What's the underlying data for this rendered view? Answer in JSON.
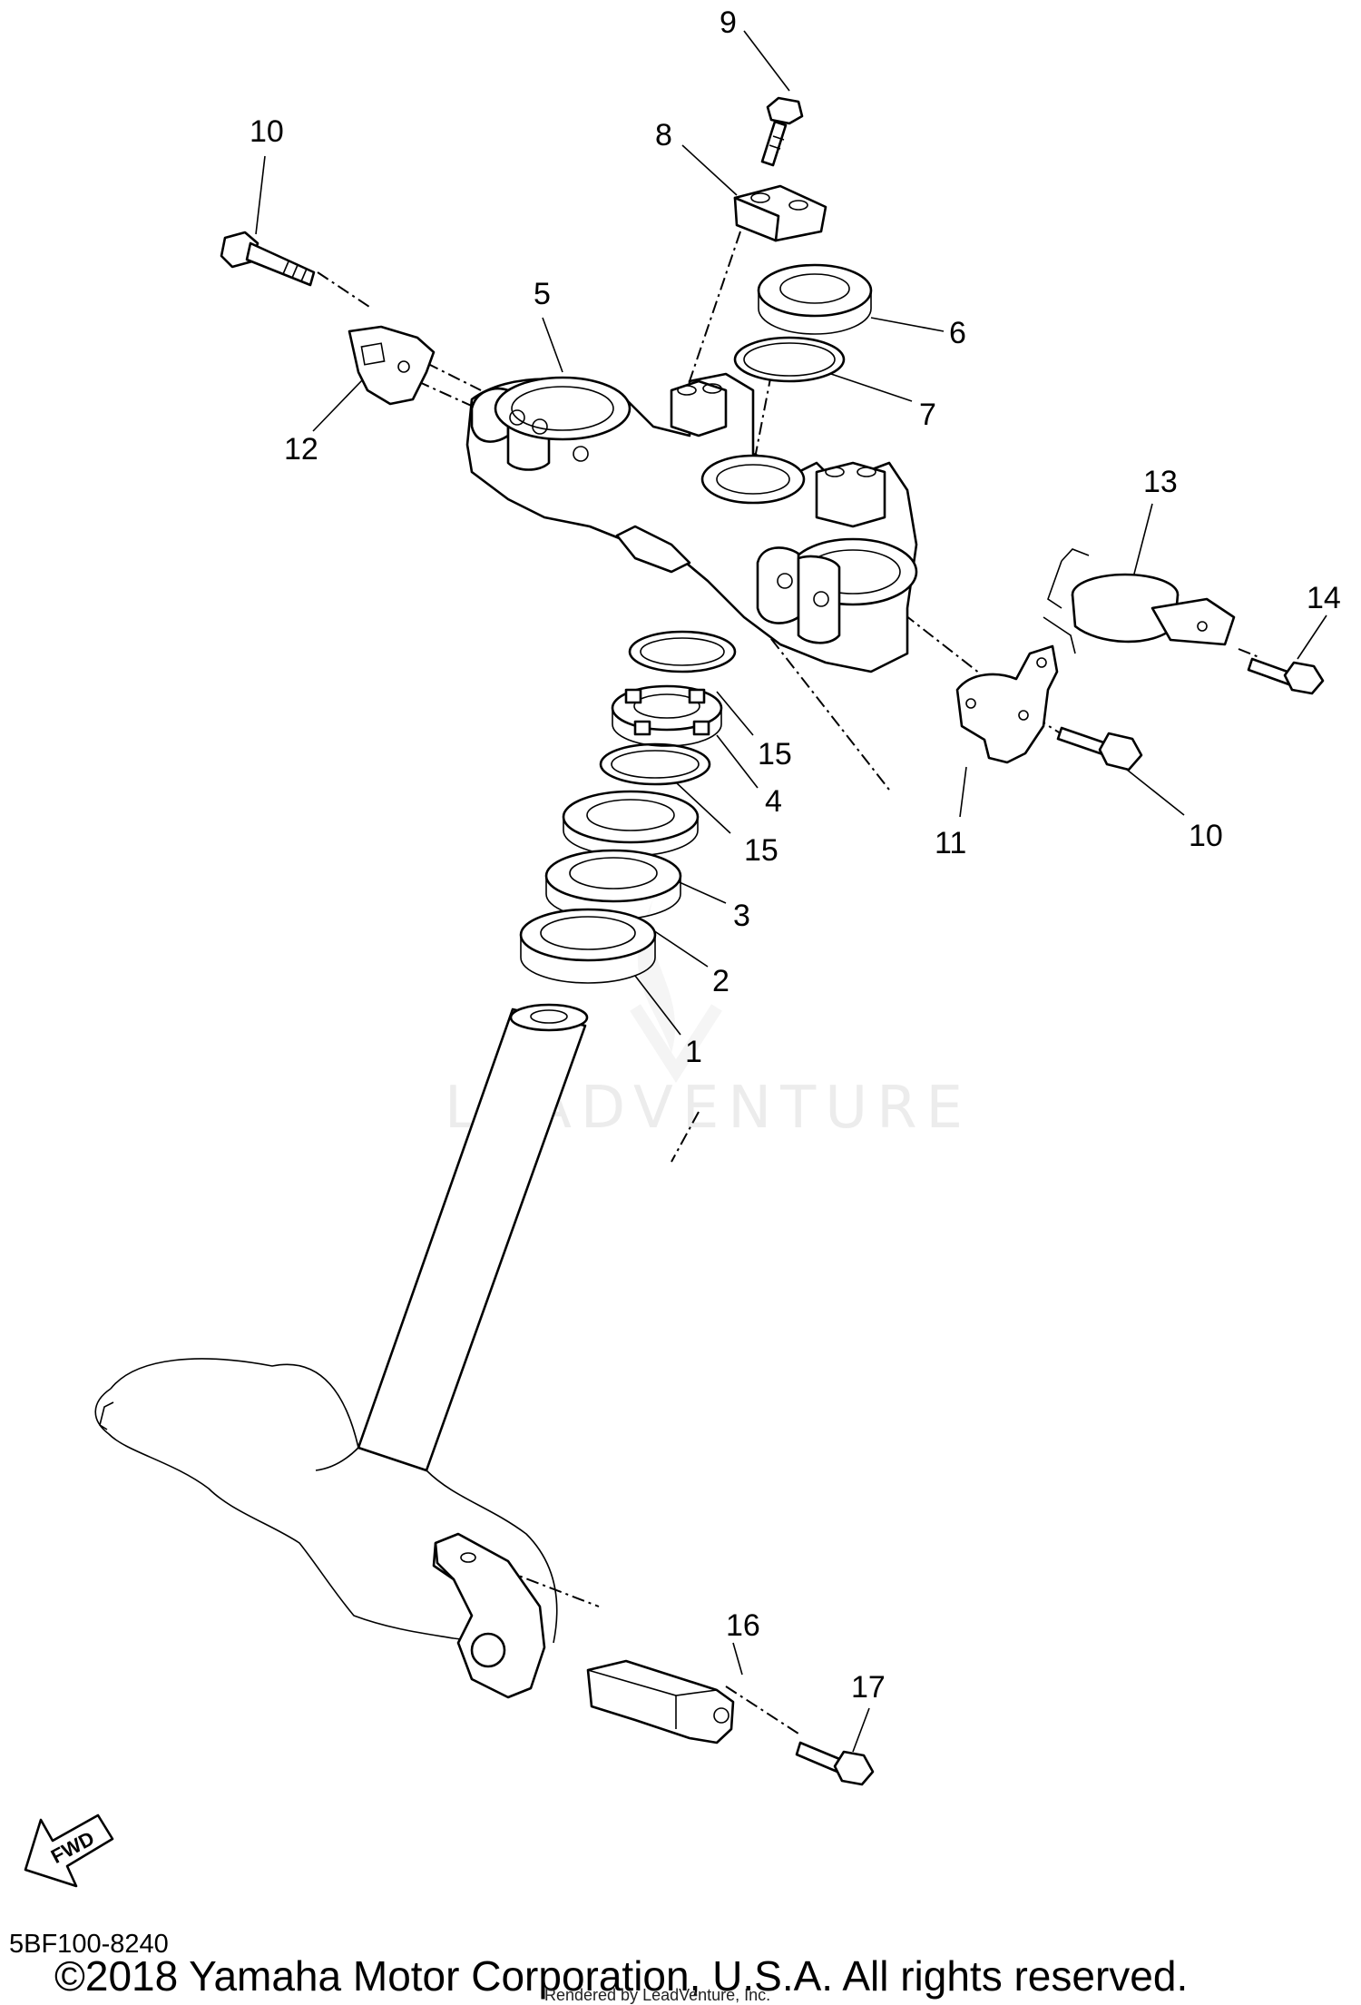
{
  "diagram": {
    "callouts": [
      "1",
      "2",
      "3",
      "4",
      "5",
      "6",
      "7",
      "8",
      "9",
      "10",
      "10",
      "11",
      "12",
      "13",
      "14",
      "15",
      "15",
      "16",
      "17"
    ],
    "fwd_label": "FWD",
    "watermark": "LEADVENTURE",
    "drawing_code": "5BF100-8240",
    "copyright": "©2018 Yamaha Motor Corporation, U.S.A. All rights reserved.",
    "rendered_by": "Rendered by LeadVenture, Inc."
  }
}
